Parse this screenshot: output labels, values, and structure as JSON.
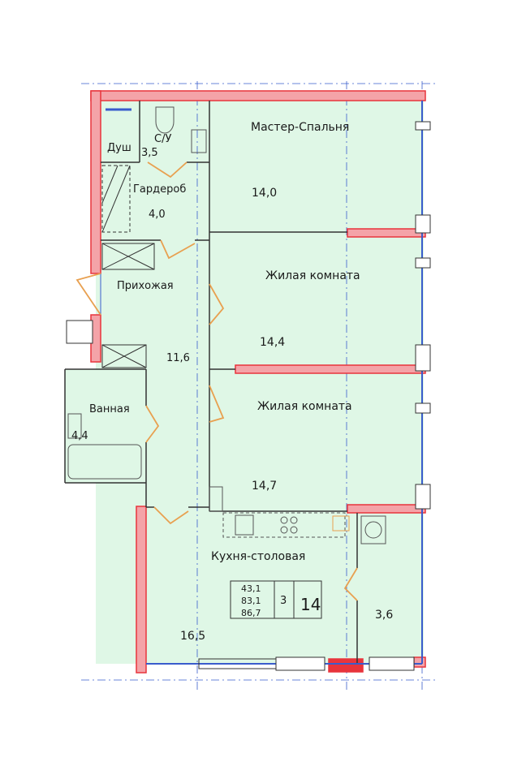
{
  "colors": {
    "floor": "#dff7e6",
    "wall": "#e8343c",
    "wall_fill": "#f4a3a8",
    "line": "#333333",
    "axis": "#3a5ccc"
  },
  "rooms": {
    "shower": {
      "name": "Душ"
    },
    "wc": {
      "name": "С/У",
      "area": "3,5"
    },
    "wardrobe": {
      "name": "Гардероб",
      "area": "4,0"
    },
    "master": {
      "name": "Мастер-Спальня",
      "area": "14,0"
    },
    "hall": {
      "name": "Прихожая",
      "area": "11,6"
    },
    "living1": {
      "name": "Жилая комната",
      "area": "14,4"
    },
    "living2": {
      "name": "Жилая комната",
      "area": "14,7"
    },
    "bath": {
      "name": "Ванная",
      "area": "4,4"
    },
    "kitchen": {
      "name": "Кухня-столовая",
      "area": "16,5"
    },
    "loggia": {
      "area": "3,6"
    }
  },
  "stamp": {
    "living_area": "43,1",
    "total_area": "83,1",
    "total_with_loggia": "86,7",
    "rooms_count": "3",
    "apartment_no": "14"
  }
}
